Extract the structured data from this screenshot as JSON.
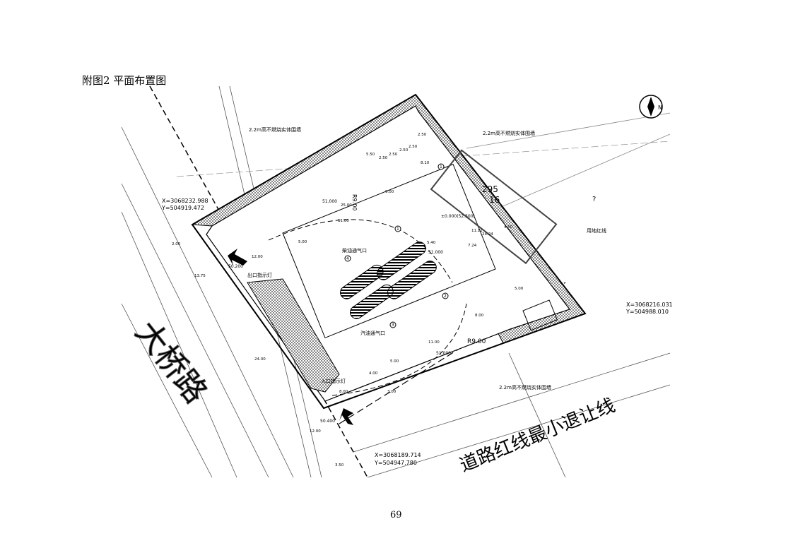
{
  "caption": "附图2  平面布置图",
  "page_number": "69",
  "drawing": {
    "road_name": "大桥路",
    "setback_label": "道路红线最小退让线",
    "north_label": "N",
    "wall_label_top_left": "2.2m高不燃烧实体围墙",
    "wall_label_top_right": "2.2m高不燃烧实体围墙",
    "wall_label_bottom": "2.2m高不燃烧实体围墙",
    "property_line_label": "用地红线",
    "exit_light": "出口指示灯",
    "entry_light": "入口指示灯",
    "vent_diesel": "柴油通气口",
    "vent_gasoline": "汽油通气口",
    "radius_top": "R9.00",
    "radius_bottom": "R9.00",
    "coords": [
      {
        "x": "X=3068232.988",
        "y": "Y=504919.472"
      },
      {
        "x": "X=3068216.031",
        "y": "Y=504988.010"
      },
      {
        "x": "X=3068189.714",
        "y": "Y=504947.780"
      }
    ],
    "elevations": [
      "51.000",
      "51.000",
      "51.000",
      "50.200",
      "50.400",
      "±0.000(52.500)"
    ],
    "dimensions": [
      "2.50",
      "2.50",
      "2.50",
      "2.50",
      "2.50",
      "5.50",
      "8.10",
      "25.00",
      "9.00",
      "11.00",
      "5.00",
      "12.00",
      "5.40",
      "7.24",
      "24.24",
      "11.12",
      "4.50",
      "5.00",
      "8.00",
      "11.00",
      "5.00",
      "4.00",
      "8.00",
      "24.00",
      "13.75",
      "2.00",
      "12.00",
      "3.50",
      "3.00"
    ],
    "circle_markers": [
      "1",
      "2",
      "3",
      "4",
      "1"
    ],
    "parcel_label_top": "295",
    "parcel_label_bottom": "16",
    "question_mark": "?"
  }
}
